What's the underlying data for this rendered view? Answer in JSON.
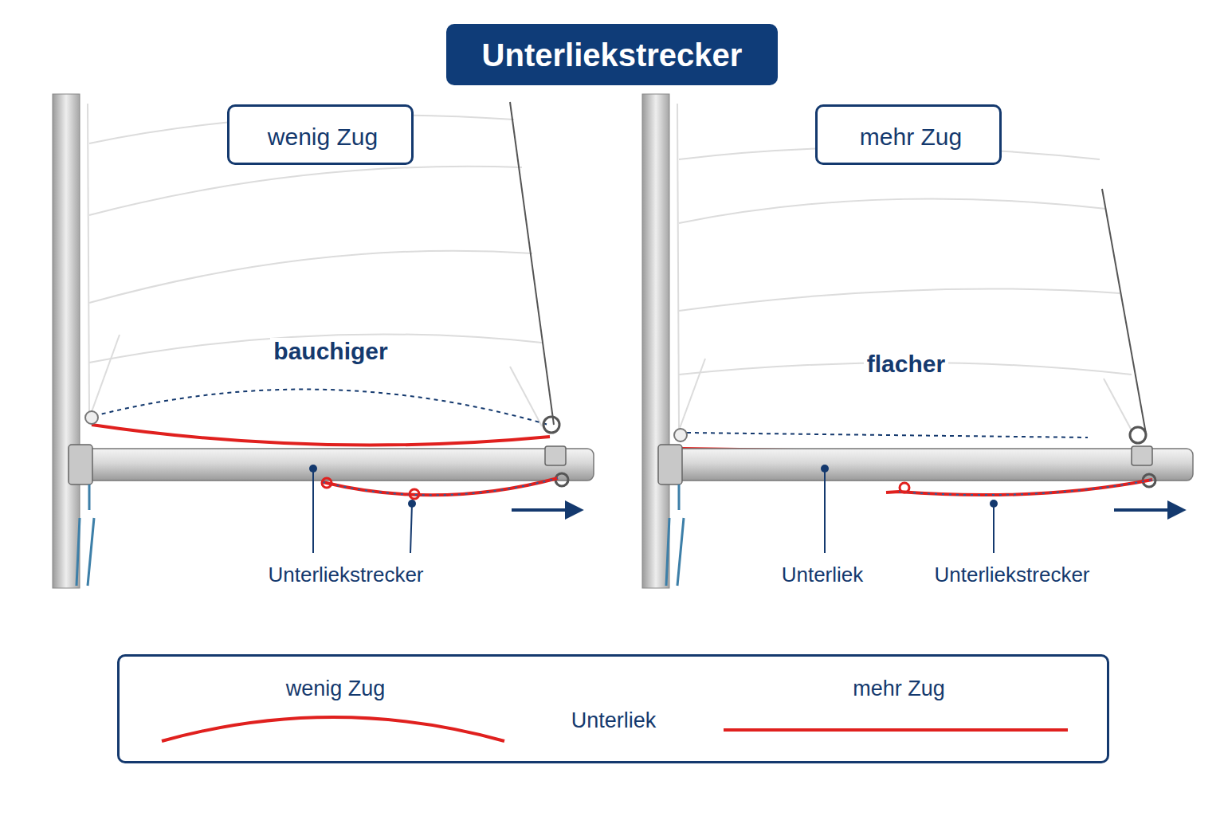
{
  "diagram": {
    "title": "Unterliekstrecker",
    "nodes": [
      {
        "text": [
          "wenig Zug"
        ]
      },
      {
        "text": [
          "mehr Zug"
        ]
      },
      {
        "text": [
          "wenig Zug",
          "Unterliek",
          "mehr Zug"
        ]
      }
    ],
    "labels": [
      "bauchiger",
      "flacher",
      "Unterliekstrecker",
      "Unterliek",
      "Unterliekstrecker"
    ]
  }
}
